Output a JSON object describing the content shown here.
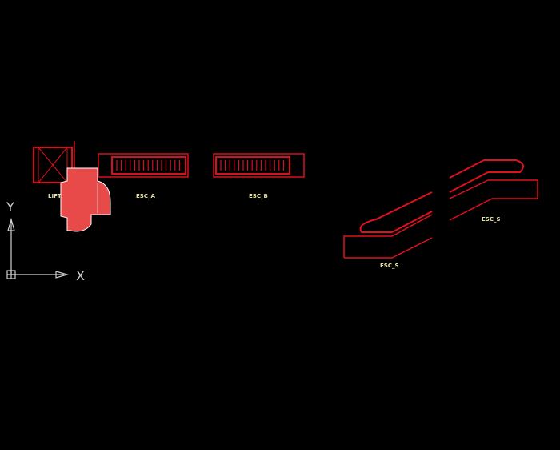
{
  "drawing": {
    "labels": {
      "lift": "LIFT",
      "esc_a": "ESC_A",
      "esc_b": "ESC_B",
      "esc_upper": "ESC_S",
      "esc_lower": "ESC_S"
    },
    "ucs": {
      "x_label": "X",
      "y_label": "Y"
    },
    "colors": {
      "lines": "#e0101c",
      "labels": "#e8e4a0",
      "background": "#000000",
      "logo": "#e84a4a"
    }
  }
}
